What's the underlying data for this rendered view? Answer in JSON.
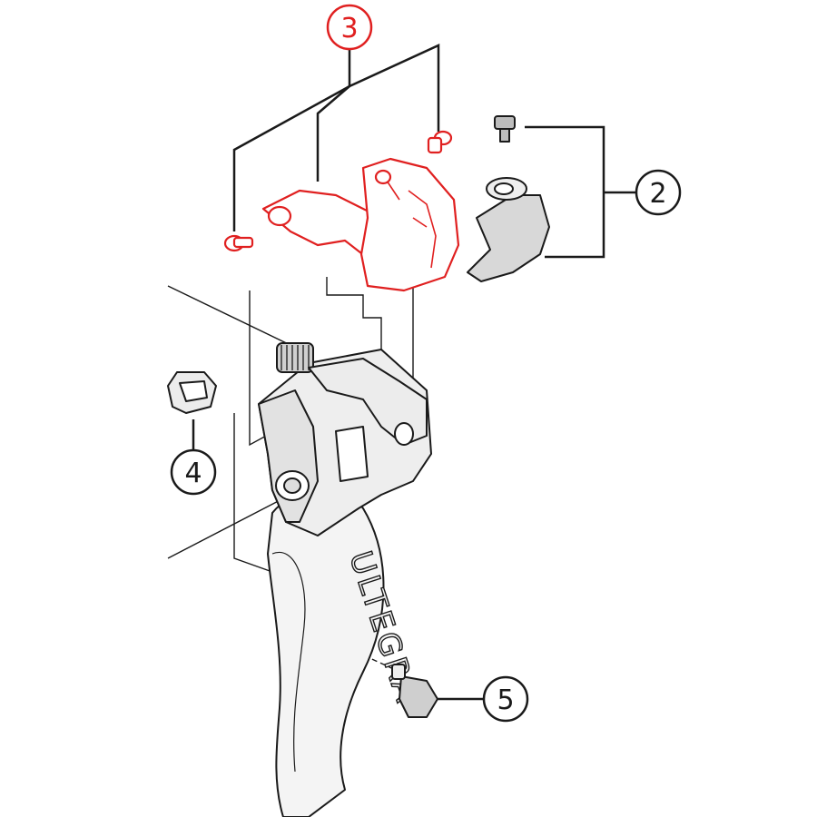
{
  "colors": {
    "highlight": "#e02020",
    "line": "#1a1a1a",
    "part_fill": "#f2f2f2",
    "dark_part_fill": "#d8d8d8",
    "background": "#ffffff"
  },
  "callouts": [
    {
      "id": "callout-3",
      "label": "3",
      "highlighted": true
    },
    {
      "id": "callout-2",
      "label": "2",
      "highlighted": false
    },
    {
      "id": "callout-4",
      "label": "4",
      "highlighted": false
    },
    {
      "id": "callout-5",
      "label": "5",
      "highlighted": false
    }
  ],
  "lever": {
    "brand": "ULTEGRA"
  }
}
